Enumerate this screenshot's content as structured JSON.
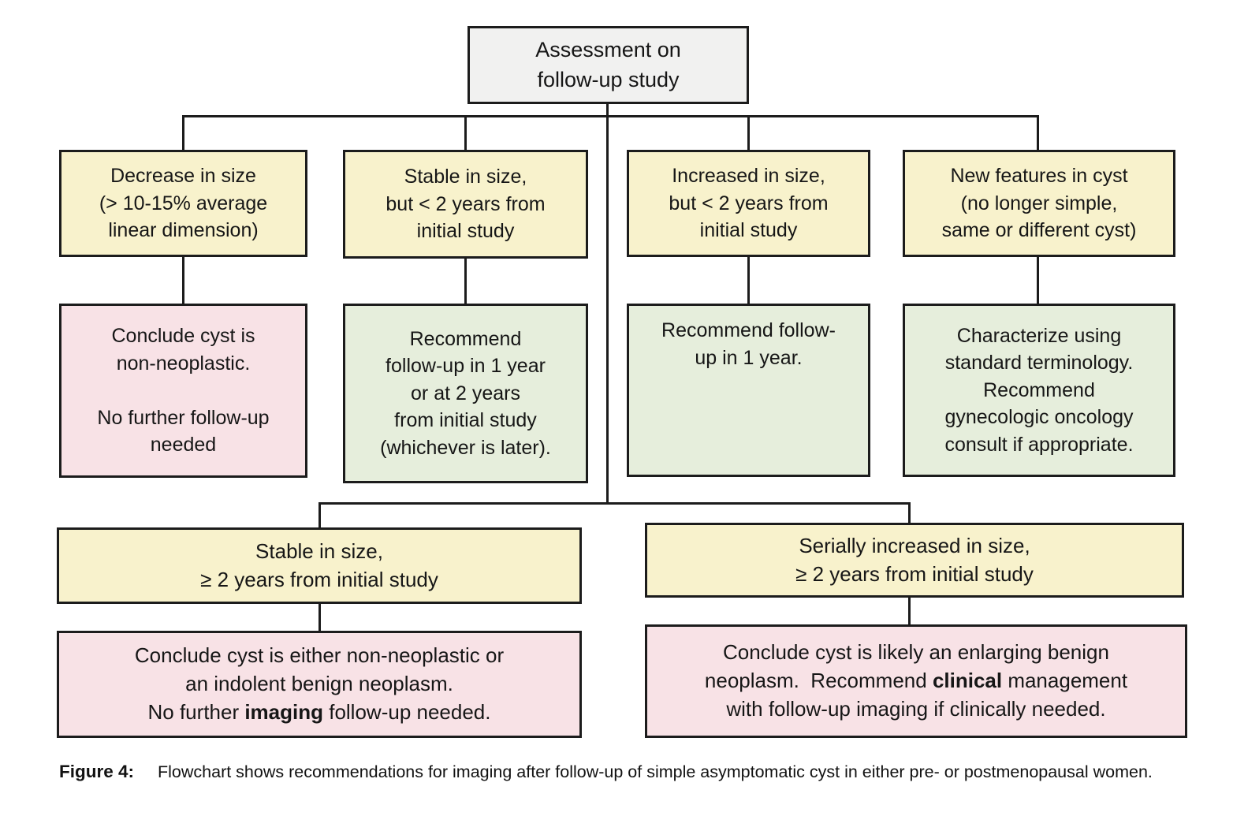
{
  "figure": {
    "colors": {
      "condition_fill": "#f8f2cc",
      "recommend_fill": "#e6eedc",
      "conclude_fill": "#f8e2e6",
      "root_fill": "#f1f1f0",
      "line": "#1c1c1c"
    },
    "nodes": {
      "root": "Assessment on\nfollow-up study",
      "decrease": "Decrease in size\n(> 10-15% average\nlinear dimension)",
      "stable_lt2": "Stable in size,\nbut < 2 years from\ninitial study",
      "increased_lt2": "Increased in size,\nbut < 2 years from\ninitial study",
      "new_features": "New features in cyst\n(no longer simple,\nsame or different cyst)",
      "decrease_result": "Conclude cyst is\nnon-neoplastic.\n\nNo further follow-up\nneeded",
      "stable_lt2_result": "Recommend\nfollow-up in 1 year\nor at 2 years\nfrom initial study\n(whichever is later).",
      "increased_lt2_result": "Recommend follow-\nup in 1 year.",
      "new_features_result": "Characterize using\nstandard terminology.\nRecommend\ngynecologic oncology\nconsult if appropriate.",
      "stable_ge2": "Stable in size,\n≥ 2 years from initial study",
      "increased_ge2": "Serially increased in size,\n≥ 2 years from initial study",
      "stable_ge2_result": {
        "pre": "Conclude cyst is either non-neoplastic or\nan indolent benign neoplasm.\nNo further ",
        "bold": "imaging",
        "post": " follow-up needed."
      },
      "increased_ge2_result": {
        "pre": "Conclude cyst is likely an enlarging benign\nneoplasm.  Recommend ",
        "bold": "clinical",
        "post": " management\nwith follow-up imaging if clinically needed."
      }
    },
    "caption": {
      "label": "Figure 4:",
      "text": "Flowchart shows recommendations for imaging after follow-up of simple asymptomatic cyst in either pre- or postmenopausal women."
    }
  }
}
